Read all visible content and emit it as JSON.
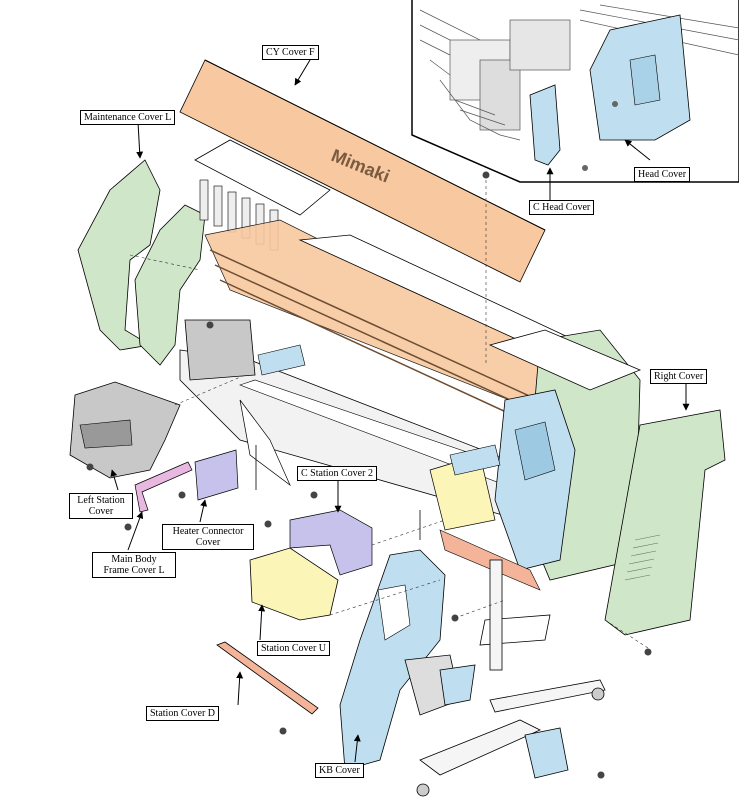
{
  "brand": "Mimaki",
  "labels": {
    "cy_cover_f": "CY Cover F",
    "maintenance_cover_l": "Maintenance Cover L",
    "head_cover": "Head Cover",
    "c_head_cover": "C Head Cover",
    "right_cover": "Right Cover",
    "c_station_cover_2": "C Station Cover 2",
    "left_station_cover_1": "Left Station",
    "left_station_cover_2": "Cover",
    "heater_connector_cover_1": "Heater Connector",
    "heater_connector_cover_2": "Cover",
    "main_body_frame_cover_l_1": "Main Body",
    "main_body_frame_cover_l_2": "Frame Cover L",
    "station_cover_u": "Station Cover U",
    "station_cover_d": "Station Cover D",
    "kb_cover": "KB Cover"
  },
  "colors": {
    "orange_part": "#f8c9a0",
    "green_part": "#cfe6c8",
    "blue_part": "#bfdff0",
    "yellow_part": "#fbf5b8",
    "violet_part": "#c6c2ec",
    "gray_part": "#c8c8c8",
    "pink_part": "#e8b8e0",
    "salmon_part": "#f3b49a"
  }
}
